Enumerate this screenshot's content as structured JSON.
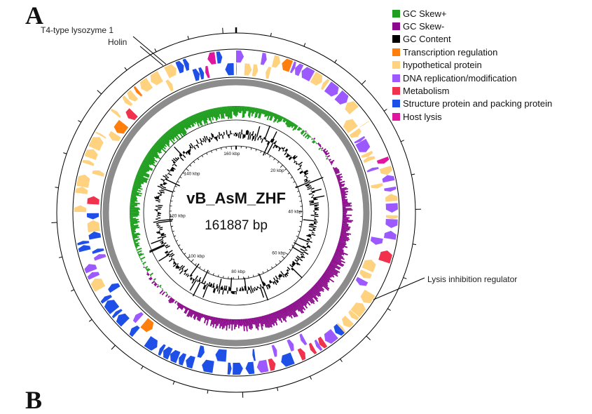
{
  "figure": {
    "panel_letter": "A",
    "next_panel_letter": "B"
  },
  "genome": {
    "name": "vB_AsM_ZHF",
    "length_label": "161887 bp",
    "length_bp": 161887
  },
  "ticks": {
    "labels": [
      "20 kbp",
      "40 kbp",
      "60 kbp",
      "80 kbp",
      "100 kbp",
      "120 kbp",
      "140 kbp",
      "160 kbp"
    ],
    "values_kbp": [
      20,
      40,
      60,
      80,
      100,
      120,
      140,
      160
    ]
  },
  "annotations": [
    {
      "label": "T4-type lysozyme 1",
      "position_kbp": 150.5
    },
    {
      "label": "Holin",
      "position_kbp": 150.0
    },
    {
      "label": "Lysis inhibition regulator",
      "position_kbp": 55.0
    }
  ],
  "legend": [
    {
      "label": "GC Skew+",
      "color": "#1f9e1f",
      "key": "gc_skew_plus"
    },
    {
      "label": "GC Skew-",
      "color": "#8b0a8b",
      "key": "gc_skew_minus"
    },
    {
      "label": "GC Content",
      "color": "#000000",
      "key": "gc_content"
    },
    {
      "label": "Transcription regulation",
      "color": "#ff7f0e",
      "key": "transcription"
    },
    {
      "label": "hypothetical protein",
      "color": "#ffd27f",
      "key": "hypothetical"
    },
    {
      "label": "DNA replication/modification",
      "color": "#9b59ff",
      "key": "dna"
    },
    {
      "label": "Metabolism",
      "color": "#f0324c",
      "key": "metabolism"
    },
    {
      "label": "Structure protein and packing protein",
      "color": "#1e4fe6",
      "key": "structure"
    },
    {
      "label": "Host lysis",
      "color": "#e0169f",
      "key": "lysis"
    }
  ],
  "ring_colors": {
    "backbone": "#8c8c8c",
    "outline": "#000000"
  }
}
